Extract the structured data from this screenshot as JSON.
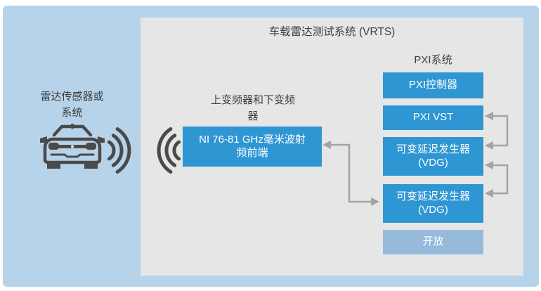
{
  "title": "车载雷达测试系统 (VRTS)",
  "left_side": {
    "radar_label": "雷达传感器或\n系统",
    "car_icon": "car-front-icon",
    "waves_icons": [
      "car-radar-waves-icon",
      "tester-radar-waves-icon"
    ]
  },
  "converter": {
    "label": "上变频器和下变频\n器",
    "box_label": "NI 76-81 GHz毫米波射\n频前端"
  },
  "pxi": {
    "title": "PXI系统",
    "boxes": [
      {
        "label": "PXI控制器"
      },
      {
        "label": "PXI VST"
      },
      {
        "label": "可变延迟发生器\n(VDG)"
      },
      {
        "label": "可变延迟发生器\n(VDG)"
      },
      {
        "label": "开放"
      }
    ]
  },
  "colors": {
    "outer_background": "#b7d3ea",
    "panel_background": "#e6e6e6",
    "box_blue": "#2e96d3",
    "box_muted_blue": "#96badc",
    "box_text": "#ffffff",
    "label_text": "#3d3d3d",
    "connector_gray": "#a3a3a3",
    "icon_dark": "#4a4a4a"
  }
}
